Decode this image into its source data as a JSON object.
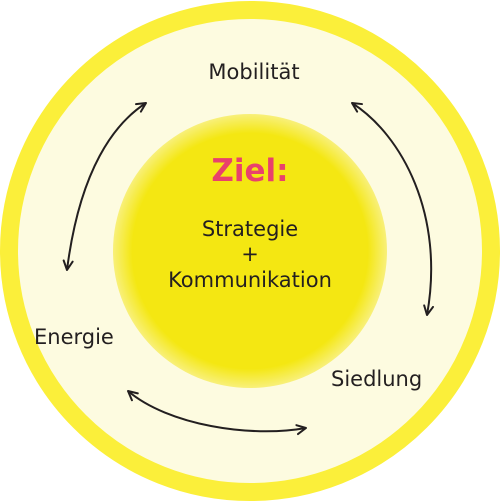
{
  "colors": {
    "outer_ring": "#fbef3a",
    "outer_fill": "#fdfbe0",
    "inner_circle": "#f4e712",
    "inner_glow": "#f8f07a",
    "goal_accent": "#e9416c",
    "text": "#231f20"
  },
  "nodes": {
    "top": "Mobilität",
    "left": "Energie",
    "right": "Siedlung"
  },
  "center": {
    "title": "Ziel:",
    "line1": "Strategie",
    "plus": "+",
    "line2": "Kommunikation"
  },
  "arrows": [
    {
      "from": "Mobilität",
      "to": "Energie",
      "type": "bidirectional"
    },
    {
      "from": "Mobilität",
      "to": "Siedlung",
      "type": "bidirectional"
    },
    {
      "from": "Energie",
      "to": "Siedlung",
      "type": "bidirectional"
    }
  ]
}
